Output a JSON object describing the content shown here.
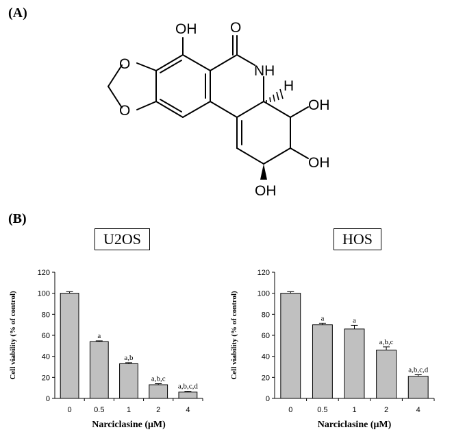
{
  "panel_a_label": "(A)",
  "panel_b_label": "(B)",
  "molecule": {
    "labels": [
      "OH",
      "O",
      "NH",
      "H",
      "OH",
      "OH",
      "OH",
      "O",
      "O"
    ]
  },
  "chart_data": [
    {
      "type": "bar",
      "title": "U2OS",
      "xlabel": "Narciclasine (μM)",
      "ylabel": "Cell viability (% of control)",
      "categories": [
        "0",
        "0.5",
        "1",
        "2",
        "4"
      ],
      "values": [
        100,
        54,
        33,
        13,
        6
      ],
      "errors": [
        1.5,
        0.8,
        1.0,
        1.0,
        0.8
      ],
      "annotations": [
        "",
        "a",
        "a,b",
        "a,b,c",
        "a,b,c,d"
      ],
      "ylim": [
        0,
        120
      ],
      "yticks": [
        0,
        20,
        40,
        60,
        80,
        100,
        120
      ],
      "bar_color": "#c0c0c0"
    },
    {
      "type": "bar",
      "title": "HOS",
      "xlabel": "Narciclasine (μM)",
      "ylabel": "Cell viability (% of control)",
      "categories": [
        "0",
        "0.5",
        "1",
        "2",
        "4"
      ],
      "values": [
        100,
        70,
        66,
        46,
        21
      ],
      "errors": [
        1.5,
        1.5,
        3.5,
        3.0,
        1.5
      ],
      "annotations": [
        "",
        "a",
        "a",
        "a,b,c",
        "a,b,c,d"
      ],
      "ylim": [
        0,
        120
      ],
      "yticks": [
        0,
        20,
        40,
        60,
        80,
        100,
        120
      ],
      "bar_color": "#c0c0c0"
    }
  ]
}
